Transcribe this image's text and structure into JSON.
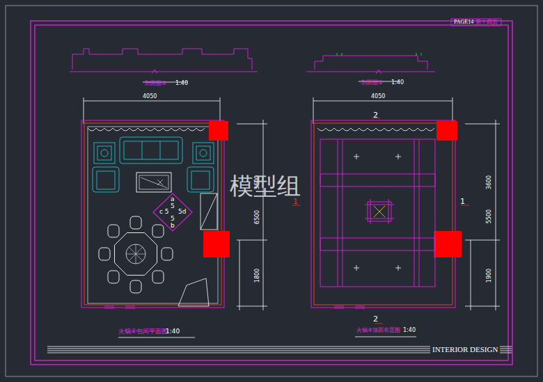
{
  "diagram": {
    "labels": [
      "PAGE14",
      "第十四页",
      "剖面图②",
      "1:40",
      "剖面图①",
      "1:40",
      "4050",
      "4050",
      "2",
      "3600",
      "6500",
      "1800",
      "3600",
      "5500",
      "1900",
      "1",
      "1",
      "2",
      "模型组",
      "a",
      "5",
      "c 5",
      "5d",
      "5",
      "b",
      "火锅④包间平面图",
      "1:40",
      "火锅④顶面布置图",
      "1:40",
      "INTERIOR DESIGN"
    ]
  }
}
